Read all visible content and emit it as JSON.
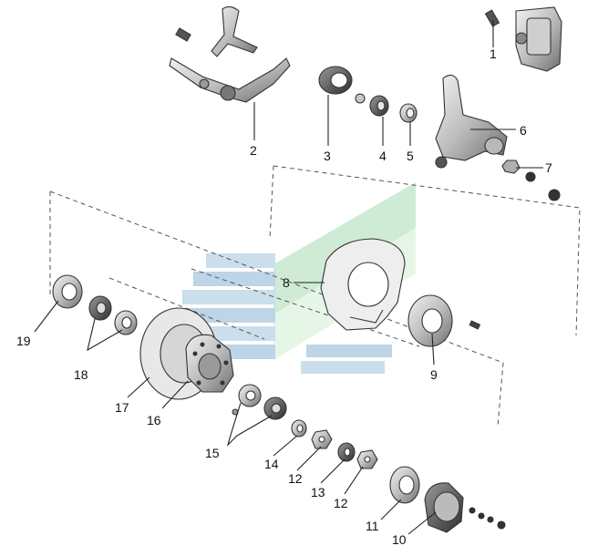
{
  "callouts": [
    {
      "id": "c1",
      "text": "1"
    },
    {
      "id": "c2",
      "text": "2"
    },
    {
      "id": "c3",
      "text": "3"
    },
    {
      "id": "c4",
      "text": "4"
    },
    {
      "id": "c5",
      "text": "5"
    },
    {
      "id": "c6",
      "text": "6"
    },
    {
      "id": "c7",
      "text": "7"
    },
    {
      "id": "c8",
      "text": "8"
    },
    {
      "id": "c9",
      "text": "9"
    },
    {
      "id": "c10",
      "text": "10"
    },
    {
      "id": "c11",
      "text": "11"
    },
    {
      "id": "c12a",
      "text": "12"
    },
    {
      "id": "c12b",
      "text": "12"
    },
    {
      "id": "c13",
      "text": "13"
    },
    {
      "id": "c14",
      "text": "14"
    },
    {
      "id": "c15",
      "text": "15"
    },
    {
      "id": "c16",
      "text": "16"
    },
    {
      "id": "c17",
      "text": "17"
    },
    {
      "id": "c18",
      "text": "18"
    },
    {
      "id": "c19",
      "text": "19"
    }
  ],
  "colors": {
    "ink": "#222222",
    "part_fill": "#d9d9d9",
    "part_dark": "#8a8a8a",
    "watermark_green": "#bfe3c7",
    "watermark_blue": "#a9c6df"
  }
}
